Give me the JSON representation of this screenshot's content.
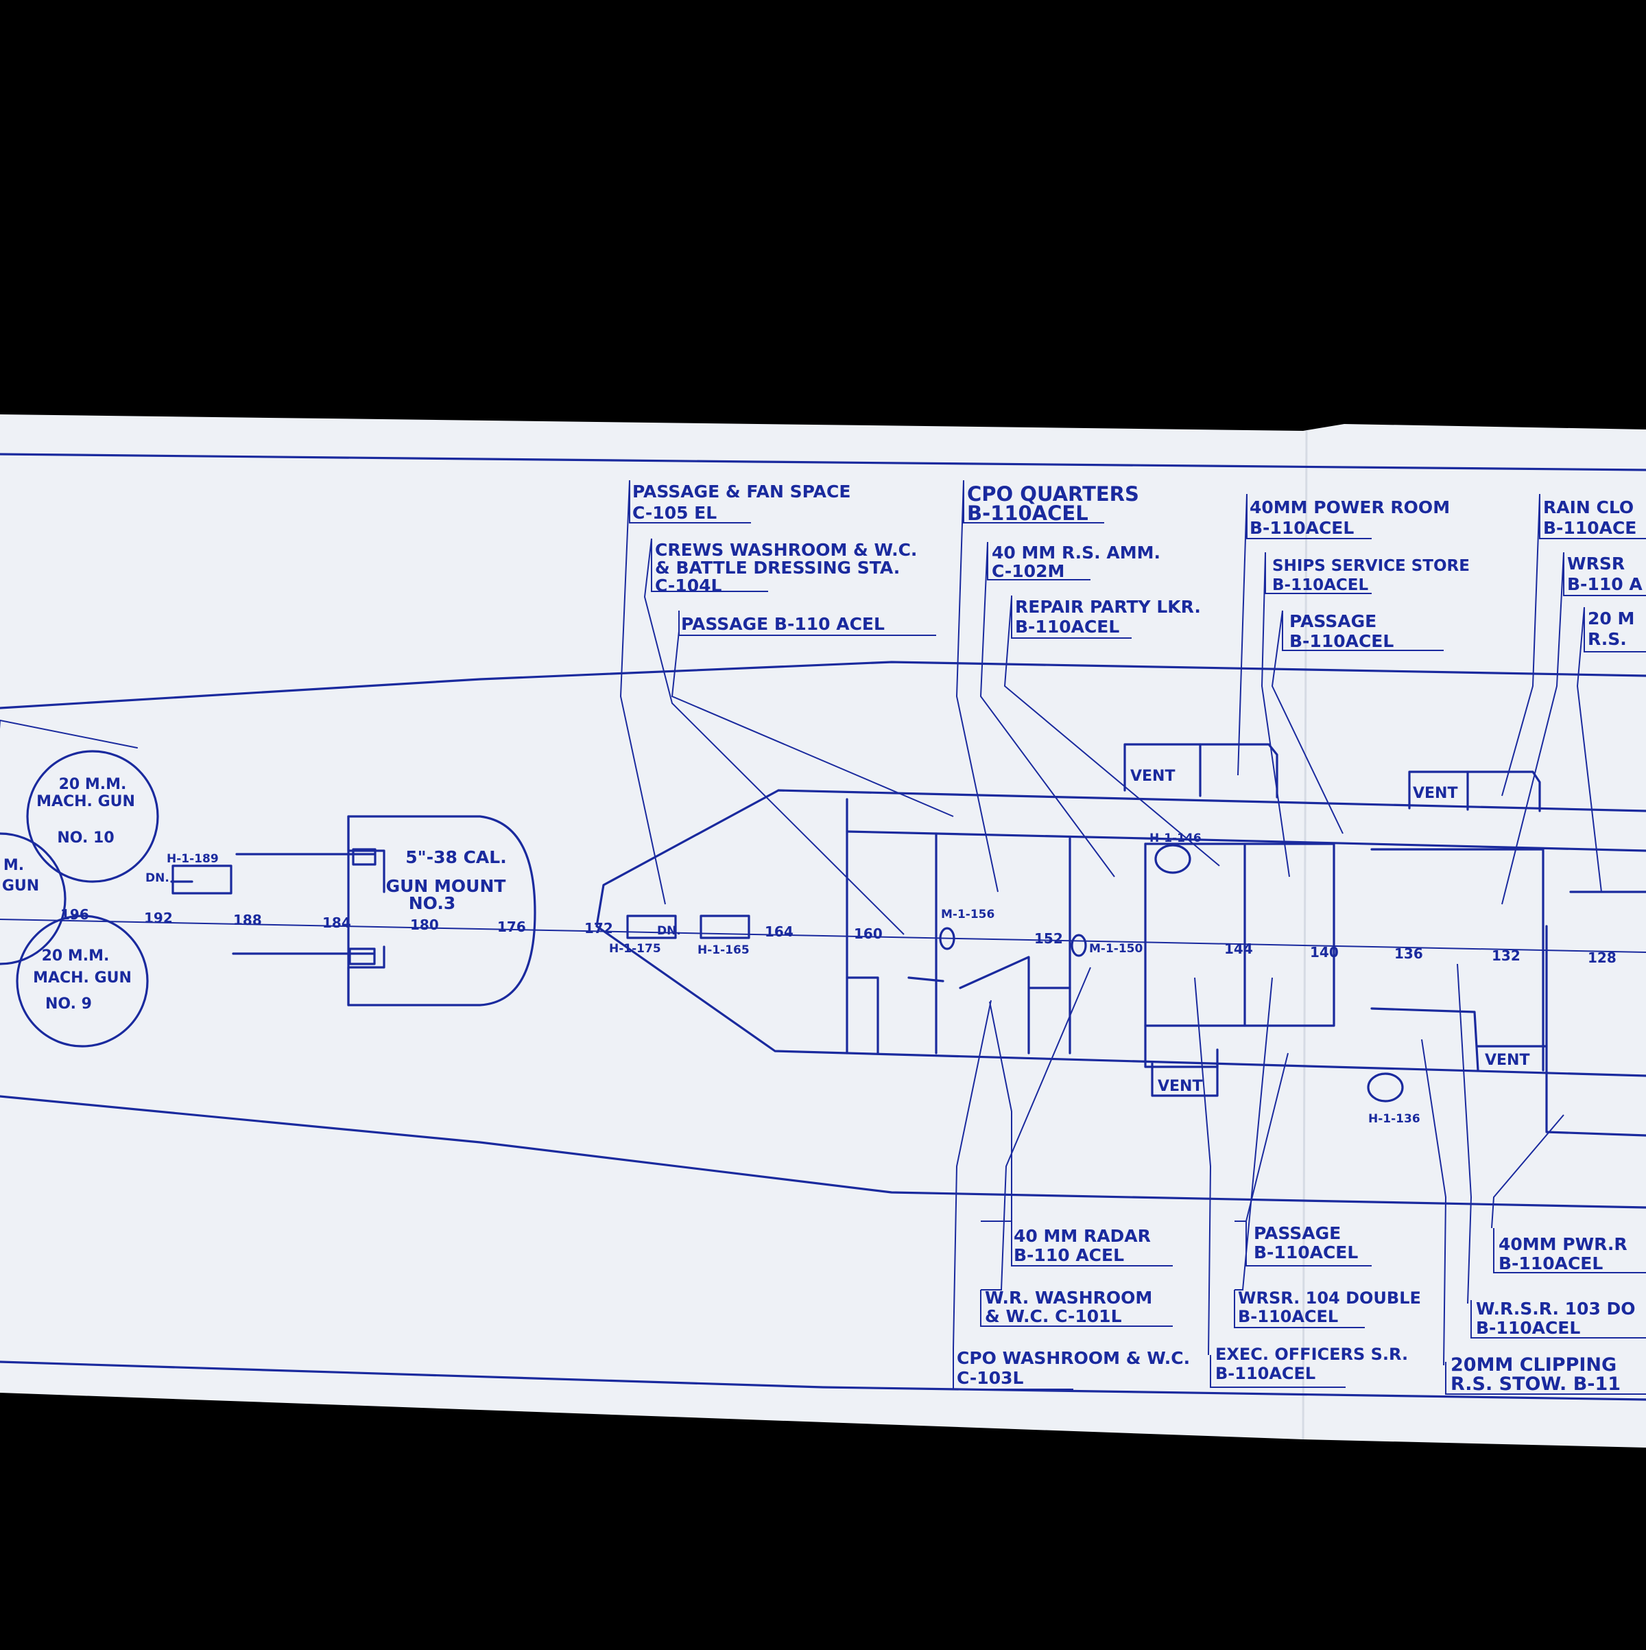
{
  "colors": {
    "background": "#000000",
    "paper": "#eef1f6",
    "ink": "#1a2a9e"
  },
  "labels_top": [
    {
      "id": "passage-fan-space",
      "l1": "PASSAGE & FAN SPACE",
      "l2": "C-105 EL"
    },
    {
      "id": "crews-washroom",
      "l1": "CREWS WASHROOM & W.C.",
      "l2": "& BATTLE DRESSING STA.",
      "l3": "C-104L"
    },
    {
      "id": "passage-b110-top",
      "l1": "PASSAGE  B-110 ACEL"
    },
    {
      "id": "cpo-quarters",
      "l1": "CPO QUARTERS",
      "l2": "B-110ACEL"
    },
    {
      "id": "rs-amm",
      "l1": "40 MM R.S. AMM.",
      "l2": "C-102M"
    },
    {
      "id": "repair-party",
      "l1": "REPAIR PARTY LKR.",
      "l2": "B-110ACEL"
    },
    {
      "id": "power-room",
      "l1": "40MM POWER ROOM",
      "l2": "B-110ACEL"
    },
    {
      "id": "ships-service",
      "l1": "SHIPS SERVICE STORE",
      "l2": "B-110ACEL"
    },
    {
      "id": "passage-top-2",
      "l1": "PASSAGE",
      "l2": "B-110ACEL"
    },
    {
      "id": "rain-cl",
      "l1": "RAIN CLO",
      "l2": "B-110ACE"
    },
    {
      "id": "wrsr-top",
      "l1": "WRSR",
      "l2": "B-110 A"
    },
    {
      "id": "mm-rs-top",
      "l1": "20 M",
      "l2": "R.S."
    }
  ],
  "labels_bottom": [
    {
      "id": "radar",
      "l1": "40 MM RADAR",
      "l2": "B-110 ACEL"
    },
    {
      "id": "wr-washroom",
      "l1": "W.R. WASHROOM",
      "l2": "& W.C.  C-101L"
    },
    {
      "id": "cpo-washroom",
      "l1": "CPO WASHROOM & W.C.",
      "l2": "C-103L"
    },
    {
      "id": "passage-bottom",
      "l1": "PASSAGE",
      "l2": "B-110ACEL"
    },
    {
      "id": "wrsr-104",
      "l1": "WRSR. 104 DOUBLE",
      "l2": "B-110ACEL"
    },
    {
      "id": "exec-officers",
      "l1": "EXEC. OFFICERS S.R.",
      "l2": "B-110ACEL"
    },
    {
      "id": "pwr-bottom",
      "l1": "40MM PWR.R",
      "l2": "B-110ACEL"
    },
    {
      "id": "wrsr-103",
      "l1": "W.R.S.R. 103  DO",
      "l2": "B-110ACEL"
    },
    {
      "id": "clipping",
      "l1": "20MM CLIPPING",
      "l2": "R.S. STOW.  B-11"
    }
  ],
  "guns": {
    "no10": {
      "l1": "20 M.M.",
      "l2": "MACH. GUN",
      "l3": "NO. 10"
    },
    "no9": {
      "l1": "20 M.M.",
      "l2": "MACH. GUN",
      "l3": "NO. 9"
    },
    "partial": {
      "l1": "M.",
      "l2": "GUN"
    },
    "mount": {
      "l1": "5\"-38 CAL.",
      "l2": "GUN MOUNT",
      "l3": "NO.3"
    }
  },
  "frames": [
    "196",
    "192",
    "188",
    "184",
    "180",
    "176",
    "172",
    "164",
    "160",
    "152",
    "144",
    "140",
    "136",
    "132",
    "128"
  ],
  "hatches": [
    "H-1-189",
    "H-1-175",
    "H-1-165",
    "H-1-146",
    "H-1-136",
    "M-1-156",
    "M-1-150"
  ],
  "misc": {
    "dn": "DN.",
    "vent": "VENT"
  }
}
